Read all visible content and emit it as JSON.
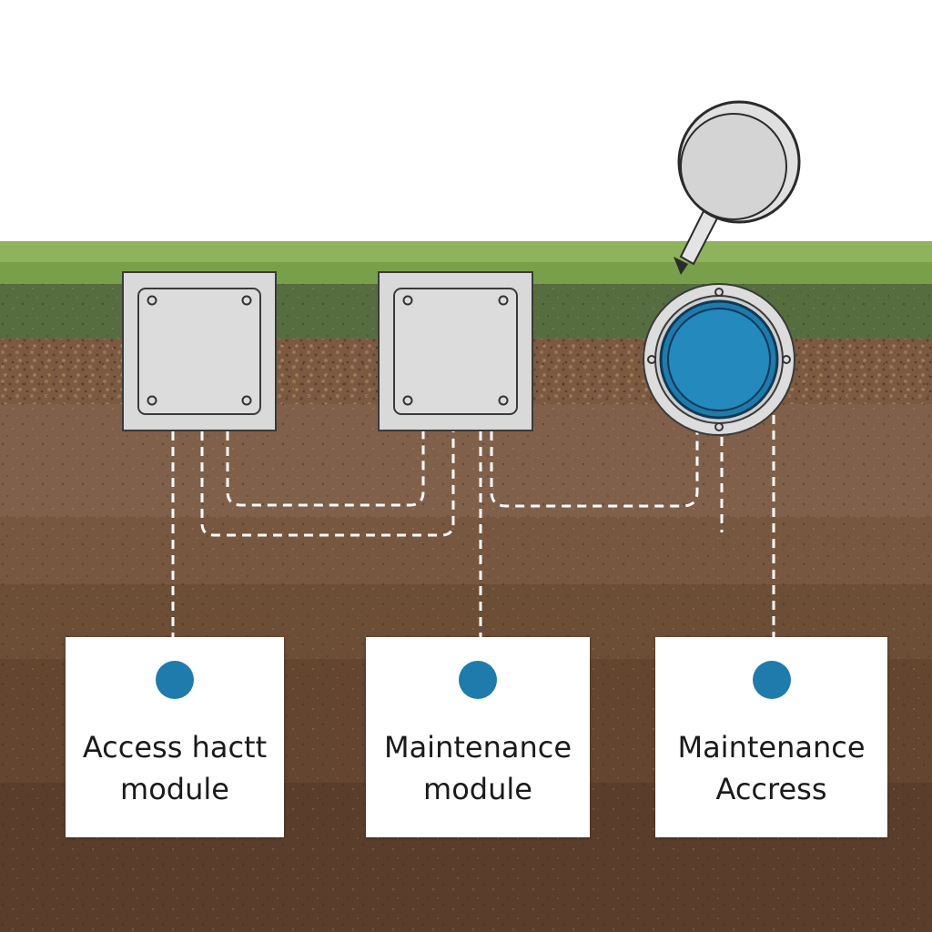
{
  "modules": [
    {
      "id": "access-hatch",
      "label": "Access hactt\nmodule"
    },
    {
      "id": "maintenance-module",
      "label": "Maintenance\nmodule"
    },
    {
      "id": "maintenance-access",
      "label": "Maintenance\nAccress"
    }
  ],
  "colors": {
    "grass": "#8db35c",
    "topsoil": "#566d3f",
    "gravel": "#7c5a42",
    "soil": "#7a5840",
    "accent_blue": "#1f7bab",
    "panel_gray": "#d9d9d9"
  },
  "icons": [
    "magnifier-icon",
    "screw-icon",
    "module-dot-icon"
  ]
}
